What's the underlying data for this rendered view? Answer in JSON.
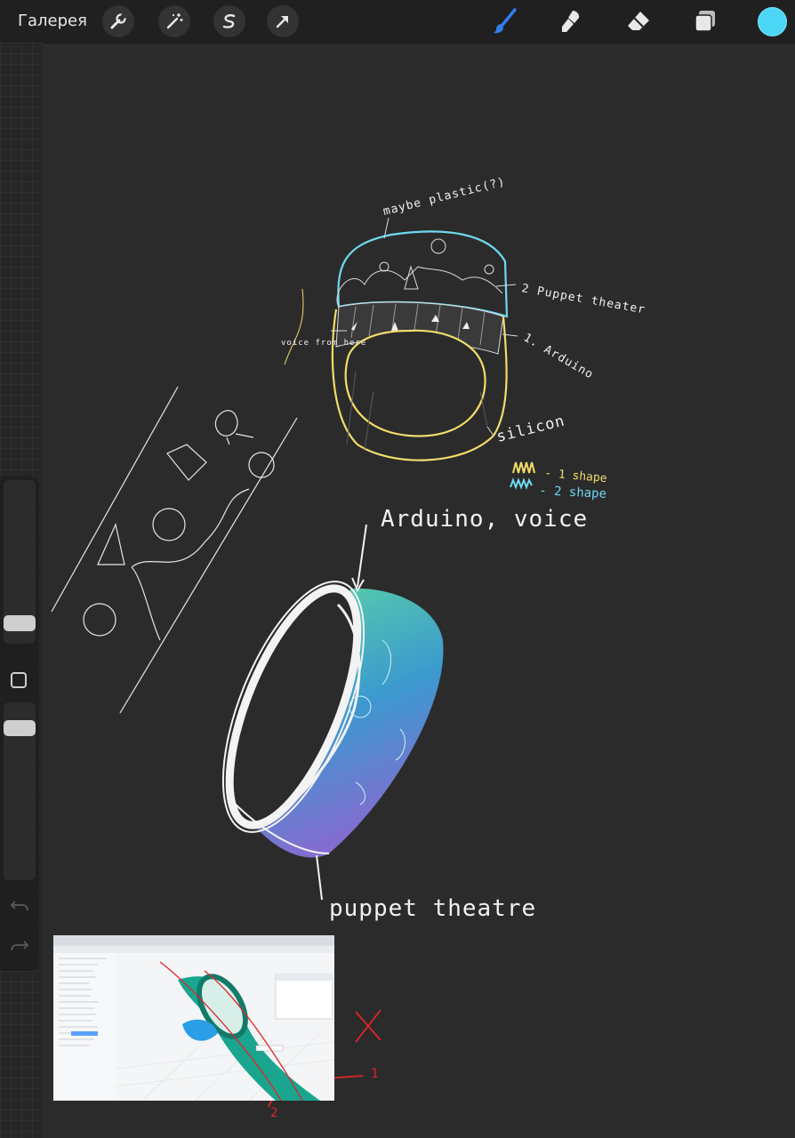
{
  "topbar": {
    "gallery_label": "Галерея",
    "left_tools": [
      "wrench-icon",
      "magic-wand-icon",
      "selection-icon",
      "transform-arrow-icon"
    ],
    "right_tools": [
      "brush-icon",
      "smudge-icon",
      "eraser-icon",
      "layers-icon"
    ],
    "current_color": "#4bd6f5"
  },
  "sketch": {
    "label_plastic": "maybe plastic(?)",
    "label_puppet": "2 Puppet theater",
    "label_voice": "voice from here",
    "label_arduino": "1. Arduino",
    "label_silicon": "silicon",
    "legend_shape1": "- 1 shape",
    "legend_shape2": "- 2 shape",
    "label_arduino_voice": "Arduino, voice",
    "label_puppet_theatre": "puppet theatre",
    "ref_mark_1": "1",
    "ref_mark_2": "2"
  },
  "colors": {
    "accent_blue": "#2f7fea",
    "sketch_yellow": "#f2dc6b",
    "sketch_cyan": "#6fd9ee",
    "sketch_red": "#e0242a"
  }
}
